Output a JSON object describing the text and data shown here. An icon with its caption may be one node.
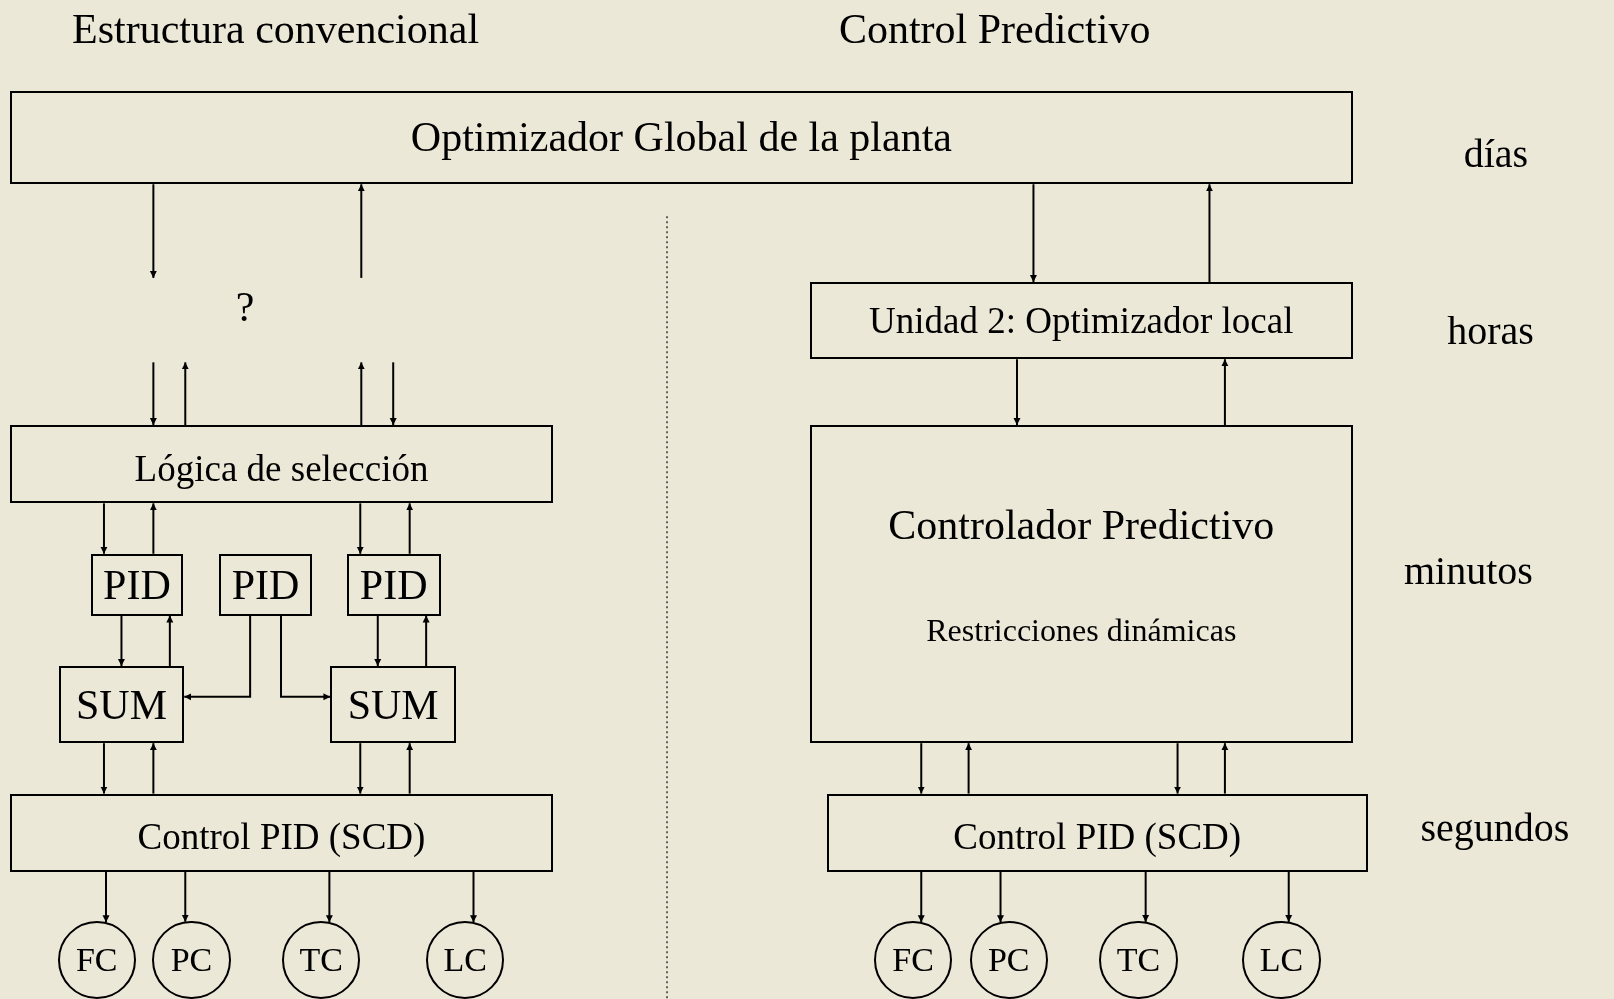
{
  "diagram": {
    "nodes": [
      {
        "text": [
          "Optimizador Global de la planta"
        ]
      },
      {
        "text": [
          "Lógica de selección"
        ]
      },
      {
        "text": [
          "PID"
        ]
      },
      {
        "text": [
          "PID"
        ]
      },
      {
        "text": [
          "PID"
        ]
      },
      {
        "text": [
          "SUM"
        ]
      },
      {
        "text": [
          "SUM"
        ]
      },
      {
        "text": [
          "Control PID (SCD)"
        ]
      },
      {
        "text": [
          "FC"
        ]
      },
      {
        "text": [
          "PC"
        ]
      },
      {
        "text": [
          "TC"
        ]
      },
      {
        "text": [
          "LC"
        ]
      },
      {
        "text": [
          "Unidad 2: Optimizador local"
        ]
      },
      {
        "text": [
          "Controlador Predictivo",
          "Restricciones dinámicas"
        ]
      },
      {
        "text": [
          "Control PID (SCD)"
        ]
      },
      {
        "text": [
          "FC"
        ]
      },
      {
        "text": [
          "PC"
        ]
      },
      {
        "text": [
          "TC"
        ]
      },
      {
        "text": [
          "LC"
        ]
      }
    ],
    "edges": [
      {
        "from": 0,
        "to": null,
        "arrow": "to"
      },
      {
        "from": null,
        "to": 0,
        "arrow": "to"
      },
      {
        "from": null,
        "to": 1,
        "arrow": "to"
      },
      {
        "from": 1,
        "to": null,
        "arrow": "to"
      },
      {
        "from": 1,
        "to": null,
        "arrow": "to"
      },
      {
        "from": null,
        "to": 1,
        "arrow": "to"
      },
      {
        "from": 1,
        "to": 2,
        "arrow": "to"
      },
      {
        "from": 2,
        "to": 1,
        "arrow": "to"
      },
      {
        "from": 1,
        "to": 4,
        "arrow": "to"
      },
      {
        "from": 4,
        "to": 1,
        "arrow": "to"
      },
      {
        "from": 2,
        "to": 5,
        "arrow": "to"
      },
      {
        "from": 5,
        "to": 2,
        "arrow": "to"
      },
      {
        "from": 4,
        "to": 6,
        "arrow": "to"
      },
      {
        "from": 6,
        "to": 4,
        "arrow": "to"
      },
      {
        "from": 3,
        "to": 5,
        "arrow": "to"
      },
      {
        "from": 3,
        "to": 6,
        "arrow": "to"
      },
      {
        "from": 5,
        "to": 7,
        "arrow": "to"
      },
      {
        "from": 7,
        "to": 5,
        "arrow": "to"
      },
      {
        "from": 6,
        "to": 7,
        "arrow": "to"
      },
      {
        "from": 7,
        "to": 6,
        "arrow": "to"
      },
      {
        "from": 7,
        "to": 8,
        "arrow": "to"
      },
      {
        "from": 7,
        "to": 9,
        "arrow": "to"
      },
      {
        "from": 7,
        "to": 10,
        "arrow": "to"
      },
      {
        "from": 7,
        "to": 11,
        "arrow": "to"
      },
      {
        "from": 0,
        "to": 12,
        "arrow": "to"
      },
      {
        "from": 12,
        "to": 0,
        "arrow": "to"
      },
      {
        "from": 12,
        "to": 13,
        "arrow": "to"
      },
      {
        "from": 13,
        "to": 12,
        "arrow": "to"
      },
      {
        "from": 13,
        "to": 14,
        "arrow": "to"
      },
      {
        "from": 14,
        "to": 13,
        "arrow": "to"
      },
      {
        "from": 13,
        "to": 14,
        "arrow": "to"
      },
      {
        "from": 14,
        "to": 13,
        "arrow": "to"
      },
      {
        "from": 14,
        "to": 15,
        "arrow": "to"
      },
      {
        "from": 14,
        "to": 16,
        "arrow": "to"
      },
      {
        "from": 14,
        "to": 17,
        "arrow": "to"
      },
      {
        "from": 14,
        "to": 18,
        "arrow": "to"
      }
    ],
    "labels": [
      "Estructura convencional",
      "Control Predictivo",
      "días",
      "?",
      "horas",
      "minutos",
      "segundos"
    ]
  }
}
